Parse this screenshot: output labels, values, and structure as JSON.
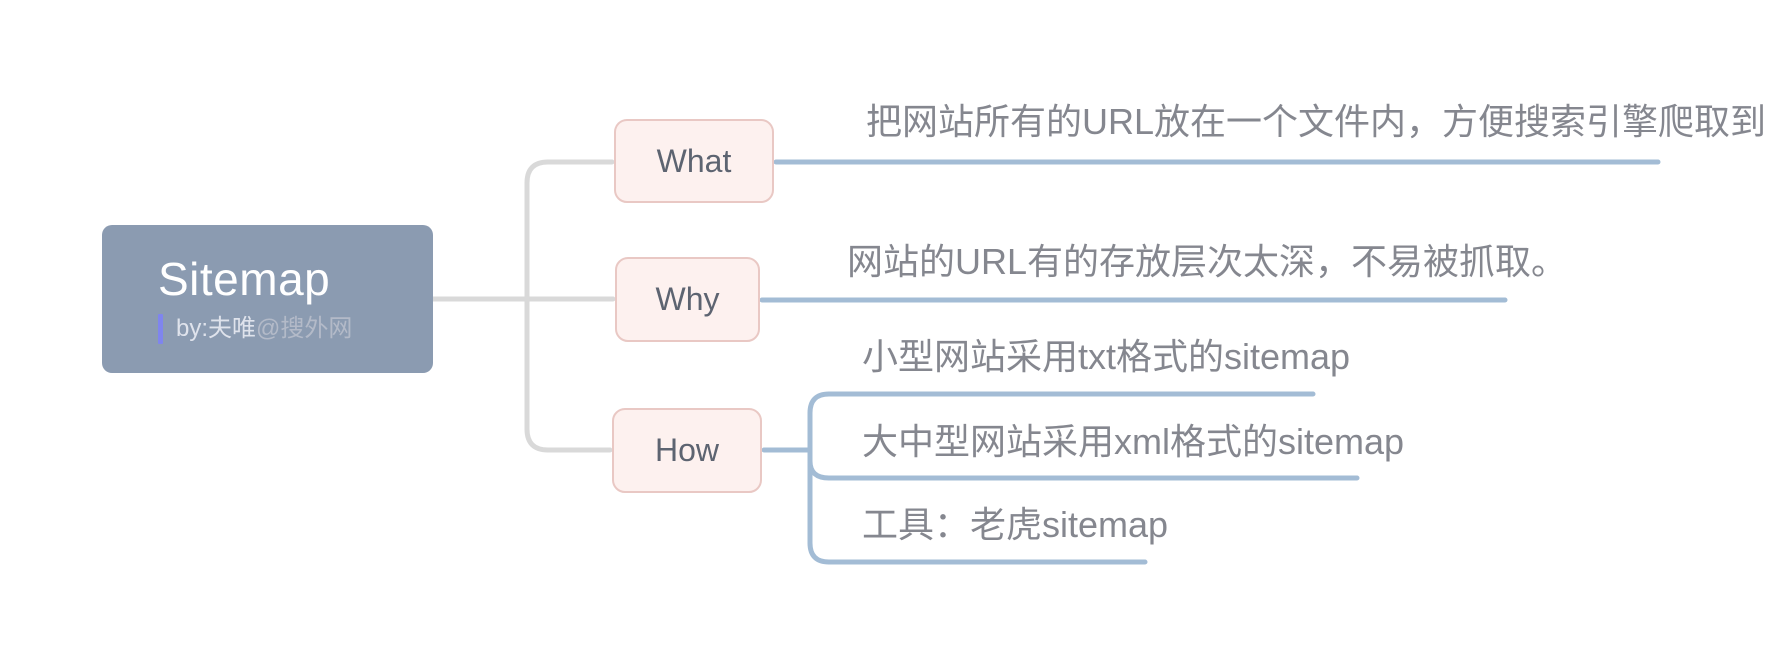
{
  "colors": {
    "root_fill": "#8b9bb1",
    "root_title": "#ffffff",
    "subtitle_bar": "#7f85ee",
    "subtitle_text": "#dfe3ec",
    "subtitle_text_dim": "#b3bac8",
    "child_fill": "#fdf1ef",
    "child_border": "#e9c8c4",
    "child_text": "#5d6471",
    "leaf_text": "#85878f",
    "line_gray": "#d9d9d9",
    "line_blue": "#a3bcd5"
  },
  "root": {
    "title": "Sitemap",
    "byline_prefix": "by:夫唯",
    "byline_suffix": "@搜外网"
  },
  "nodes": {
    "what": {
      "label": "What"
    },
    "why": {
      "label": "Why"
    },
    "how": {
      "label": "How"
    }
  },
  "leaves": {
    "what_detail": {
      "text": "把网站所有的URL放在一个文件内，方便搜索引擎爬取到"
    },
    "why_detail": {
      "text": "网站的URL有的存放层次太深，不易被抓取。"
    },
    "how_txt": {
      "text": "小型网站采用txt格式的sitemap"
    },
    "how_xml": {
      "text": "大中型网站采用xml格式的sitemap"
    },
    "how_tool": {
      "text": "工具：老虎sitemap"
    }
  }
}
